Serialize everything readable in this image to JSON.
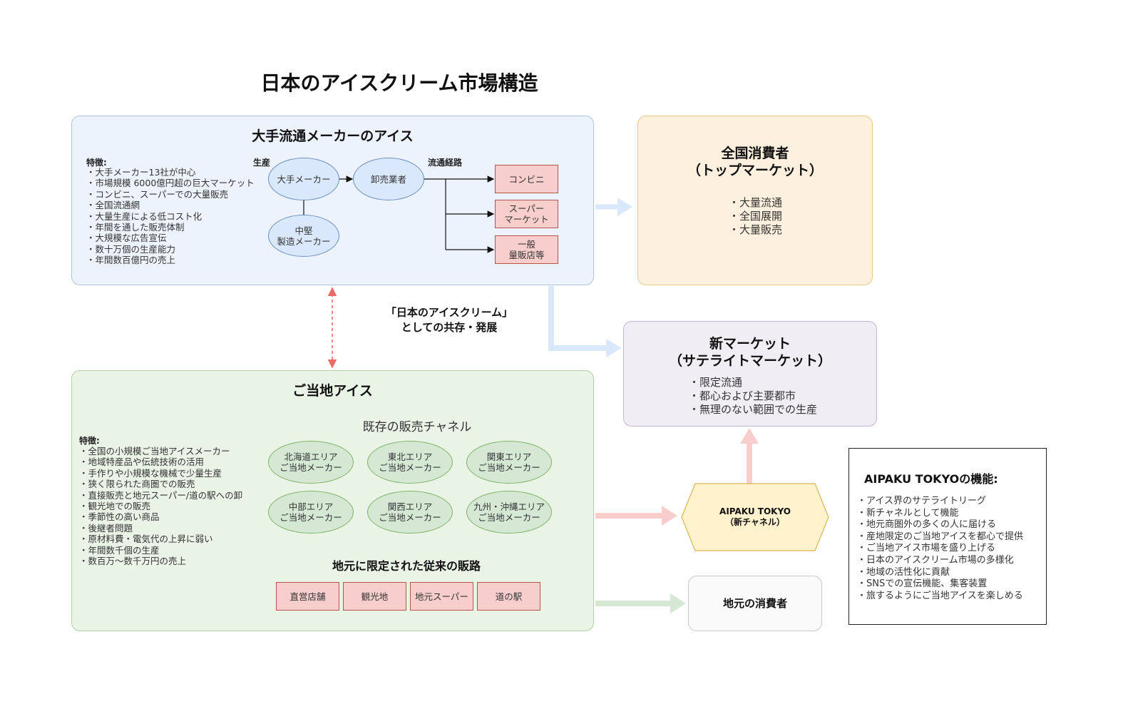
{
  "title": "日本のアイスクリーム市場構造",
  "major": {
    "title": "大手流通メーカーのアイス",
    "features_label": "特徴:",
    "features": [
      "・大手メーカー13社が中心",
      "・市場規模 6000億円超の巨大マーケット",
      "・コンビニ、スーパーでの大量販売",
      "・全国流通網",
      "・大量生産による低コスト化",
      "・年間を通した販売体制",
      "・大規模な広告宣伝",
      "・数十万個の生産能力",
      "・年間数百億円の売上"
    ],
    "production_label": "生産",
    "distribution_label": "流通経路",
    "maker": "大手メーカー",
    "wholesaler": "卸売業者",
    "mid_maker_line1": "中堅",
    "mid_maker_line2": "製造メーカー",
    "channels": [
      "コンビニ",
      "スーパー\nマーケット",
      "一般\n量販店等"
    ]
  },
  "coexist_line1": "「日本のアイスクリーム」",
  "coexist_line2": "としての共存・発展",
  "local": {
    "title": "ご当地アイス",
    "features_label": "特徴:",
    "features": [
      "・全国の小規模ご当地アイスメーカー",
      "・地域特産品や伝統技術の活用",
      "・手作りや小規模な機械で少量生産",
      "・狭く限られた商圏での販売",
      "・直接販売と地元スーパー/道の駅への卸",
      "・観光地での販売",
      "・季節性の高い商品",
      "・後継者問題",
      "・原材料費・電気代の上昇に弱い",
      "・年間数千個の生産",
      "・数百万〜数千万円の売上"
    ],
    "channels_title": "既存の販売チャネル",
    "makers": [
      "北海道エリア\nご当地メーカー",
      "東北エリア\nご当地メーカー",
      "関東エリア\nご当地メーカー",
      "中部エリア\nご当地メーカー",
      "関西エリア\nご当地メーカー",
      "九州・沖縄エリア\nご当地メーカー"
    ],
    "routes_title": "地元に限定された従来の販路",
    "routes": [
      "直営店舗",
      "観光地",
      "地元スーパー",
      "道の駅"
    ]
  },
  "national": {
    "title_line1": "全国消費者",
    "title_line2": "（トップマーケット）",
    "items": [
      "・大量流通",
      "・全国展開",
      "・大量販売"
    ]
  },
  "new_market": {
    "title_line1": "新マーケット",
    "title_line2": "（サテライトマーケット）",
    "items": [
      "・限定流通",
      "・都心および主要都市",
      "・無理のない範囲での生産"
    ]
  },
  "aipaku_node": {
    "line1": "AIPAKU TOKYO",
    "line2": "（新チャネル）"
  },
  "local_consumer": "地元の消費者",
  "aipaku_functions": {
    "title": "AIPAKU TOKYOの機能:",
    "items": [
      "・アイス界のサテライトリーグ",
      "・新チャネルとして機能",
      "・地元商圏外の多くの人に届ける",
      "・産地限定のご当地アイスを都心で提供",
      "・ご当地アイス市場を盛り上げる",
      "・日本のアイスクリーム市場の多様化",
      "・地域の活性化に貢献",
      "・SNSでの宣伝機能、集客装置",
      "・旅するようにご当地アイスを楽しめる"
    ]
  },
  "colors": {
    "blue_fill": "#dae8fc",
    "green_fill": "#d5e8d4",
    "red_fill": "#f8cecc",
    "orange_fill": "#fdf0de",
    "purple_fill": "#f1edf4",
    "yellow_fill": "#fff2cc"
  }
}
